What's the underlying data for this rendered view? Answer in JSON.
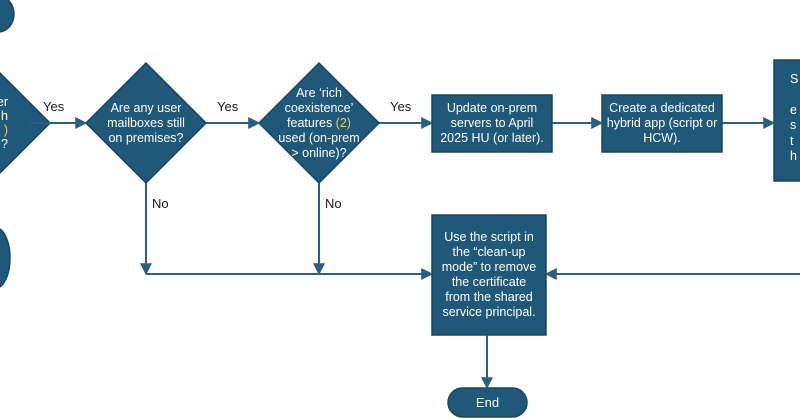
{
  "colors": {
    "node_fill": "#1f5878",
    "node_stroke": "#1b4660",
    "edge": "#2b5f80",
    "highlight": "#f2c94c",
    "label": "#1a1a1a"
  },
  "nodes": {
    "partial_left_decision": {
      "lines": [
        "er",
        "h",
        ")",
        "?"
      ]
    },
    "d_mailboxes": {
      "text": "Are any user mailboxes still on premises?"
    },
    "d_rich": {
      "pre": "Are ‘rich coexistence’ features ",
      "hl": "(2)",
      "post": " used (on-prem > online)?"
    },
    "p_update": {
      "text": "Update on-prem servers to April 2025 HU (or later)."
    },
    "p_create": {
      "text": "Create a dedicated hybrid app (script or HCW)."
    },
    "p_partial_right": {
      "lines": [
        "S",
        "",
        "e",
        "s",
        "t",
        "h"
      ]
    },
    "p_cleanup": {
      "text": "Use the script in the “clean-up mode” to remove the certificate from the shared service principal."
    },
    "end": {
      "text": "End"
    }
  },
  "edge_labels": {
    "yes1": "Yes",
    "yes2": "Yes",
    "yes3": "Yes",
    "no1": "No",
    "no2": "No"
  }
}
